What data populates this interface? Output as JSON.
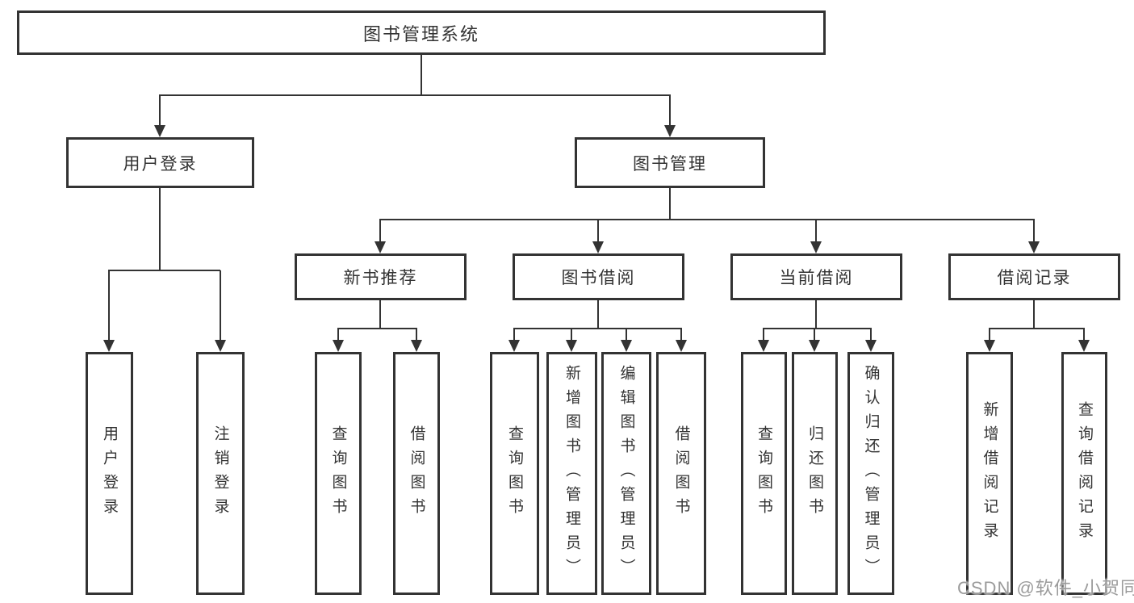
{
  "tree": {
    "root": {
      "label": "图书管理系统",
      "children": [
        {
          "label": "用户登录",
          "children": [
            {
              "label": "用户登录"
            },
            {
              "label": "注销登录"
            }
          ]
        },
        {
          "label": "图书管理",
          "children": [
            {
              "label": "新书推荐",
              "children": [
                {
                  "label": "查询图书"
                },
                {
                  "label": "借阅图书"
                }
              ]
            },
            {
              "label": "图书借阅",
              "children": [
                {
                  "label": "查询图书"
                },
                {
                  "label": "新增图书（管理员）"
                },
                {
                  "label": "编辑图书（管理员）"
                },
                {
                  "label": "借阅图书"
                }
              ]
            },
            {
              "label": "当前借阅",
              "children": [
                {
                  "label": "查询图书"
                },
                {
                  "label": "归还图书"
                },
                {
                  "label": "确认归还（管理员）"
                }
              ]
            },
            {
              "label": "借阅记录",
              "children": [
                {
                  "label": "新增借阅记录"
                },
                {
                  "label": "查询借阅记录"
                }
              ]
            }
          ]
        }
      ]
    }
  },
  "watermark": {
    "text": "CSDN @软件_小贺同学"
  },
  "colors": {
    "line": "#333333",
    "box_border": "#333333",
    "box_fill": "#ffffff",
    "text": "#333333",
    "background": "#ffffff",
    "watermark": "#9b9b9b"
  }
}
